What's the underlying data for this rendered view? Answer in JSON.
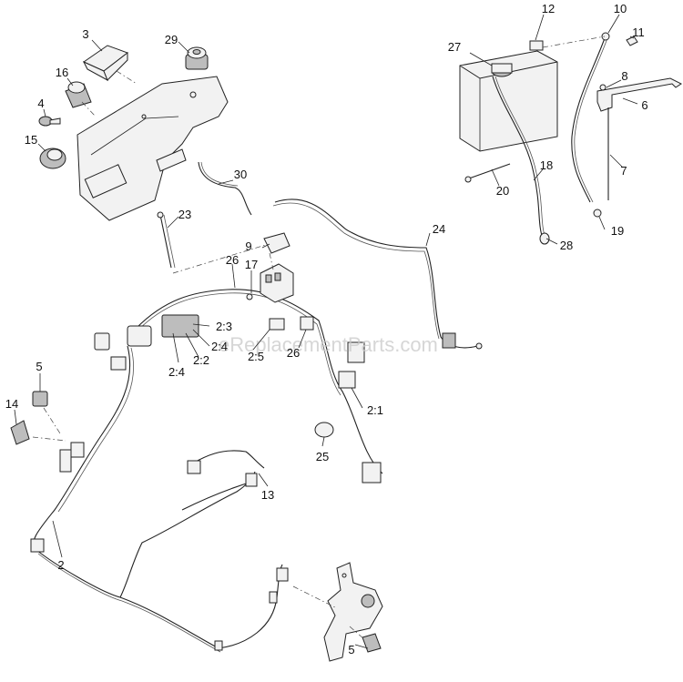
{
  "watermark": "eReplacementParts.com",
  "callouts": [
    {
      "id": "c-12",
      "label": "12"
    },
    {
      "id": "c-10",
      "label": "10"
    },
    {
      "id": "c-11",
      "label": "11"
    },
    {
      "id": "c-27",
      "label": "27"
    },
    {
      "id": "c-8",
      "label": "8"
    },
    {
      "id": "c-6",
      "label": "6"
    },
    {
      "id": "c-7",
      "label": "7"
    },
    {
      "id": "c-18",
      "label": "18"
    },
    {
      "id": "c-20",
      "label": "20"
    },
    {
      "id": "c-19",
      "label": "19"
    },
    {
      "id": "c-28",
      "label": "28"
    },
    {
      "id": "c-3",
      "label": "3"
    },
    {
      "id": "c-29",
      "label": "29"
    },
    {
      "id": "c-16",
      "label": "16"
    },
    {
      "id": "c-4",
      "label": "4"
    },
    {
      "id": "c-15",
      "label": "15"
    },
    {
      "id": "c-30",
      "label": "30"
    },
    {
      "id": "c-23",
      "label": "23"
    },
    {
      "id": "c-24",
      "label": "24"
    },
    {
      "id": "c-9",
      "label": "9"
    },
    {
      "id": "c-26a",
      "label": "26"
    },
    {
      "id": "c-17",
      "label": "17"
    },
    {
      "id": "c-2-3",
      "label": "2:3"
    },
    {
      "id": "c-2-4a",
      "label": "2:4"
    },
    {
      "id": "c-2-4b",
      "label": "2:4"
    },
    {
      "id": "c-2-2",
      "label": "2:2"
    },
    {
      "id": "c-2-5",
      "label": "2:5"
    },
    {
      "id": "c-26b",
      "label": "26"
    },
    {
      "id": "c-2-1",
      "label": "2:1"
    },
    {
      "id": "c-5a",
      "label": "5"
    },
    {
      "id": "c-14",
      "label": "14"
    },
    {
      "id": "c-25",
      "label": "25"
    },
    {
      "id": "c-13",
      "label": "13"
    },
    {
      "id": "c-2",
      "label": "2"
    },
    {
      "id": "c-5b",
      "label": "5"
    }
  ]
}
